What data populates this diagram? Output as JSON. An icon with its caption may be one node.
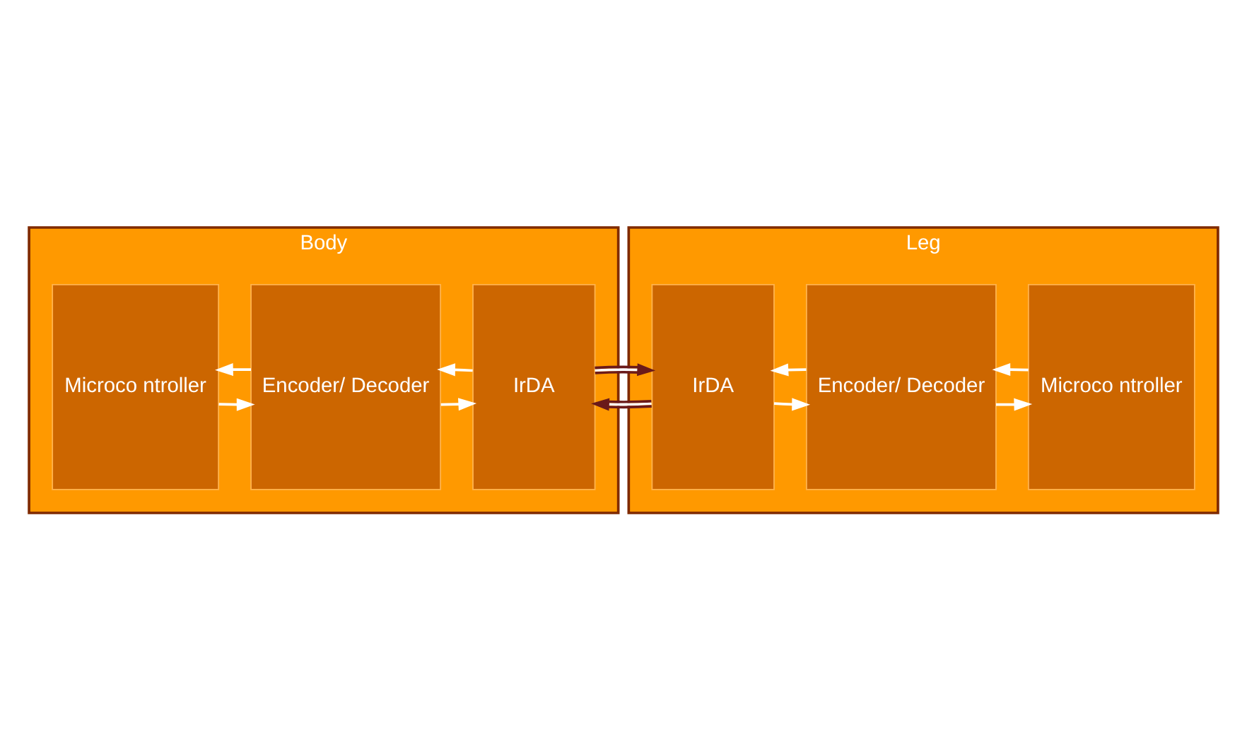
{
  "diagram": {
    "nodes": [
      {
        "text": [
          "Body"
        ]
      },
      {
        "text": [
          "Microco ntroller"
        ],
        "in": 0
      },
      {
        "text": [
          "Encoder/ Decoder"
        ],
        "in": 0
      },
      {
        "text": [
          "IrDA"
        ],
        "in": 0
      },
      {
        "text": [
          "Leg"
        ]
      },
      {
        "text": [
          "IrDA"
        ],
        "in": 4
      },
      {
        "text": [
          "Encoder/ Decoder"
        ],
        "in": 4
      },
      {
        "text": [
          "Microco ntroller"
        ],
        "in": 4
      }
    ],
    "edges": [
      {
        "from": 1,
        "to": 2,
        "arrow": "to"
      },
      {
        "from": 2,
        "to": 1,
        "arrow": "to"
      },
      {
        "from": 2,
        "to": 3,
        "arrow": "to"
      },
      {
        "from": 3,
        "to": 2,
        "arrow": "to"
      },
      {
        "from": 3,
        "to": 5,
        "arrow": "to",
        "color": "#6b1a1a"
      },
      {
        "from": 5,
        "to": 3,
        "arrow": "to",
        "color": "#6b1a1a"
      },
      {
        "from": 5,
        "to": 6,
        "arrow": "to"
      },
      {
        "from": 6,
        "to": 5,
        "arrow": "to"
      },
      {
        "from": 6,
        "to": 7,
        "arrow": "to"
      },
      {
        "from": 7,
        "to": 6,
        "arrow": "to"
      }
    ]
  }
}
